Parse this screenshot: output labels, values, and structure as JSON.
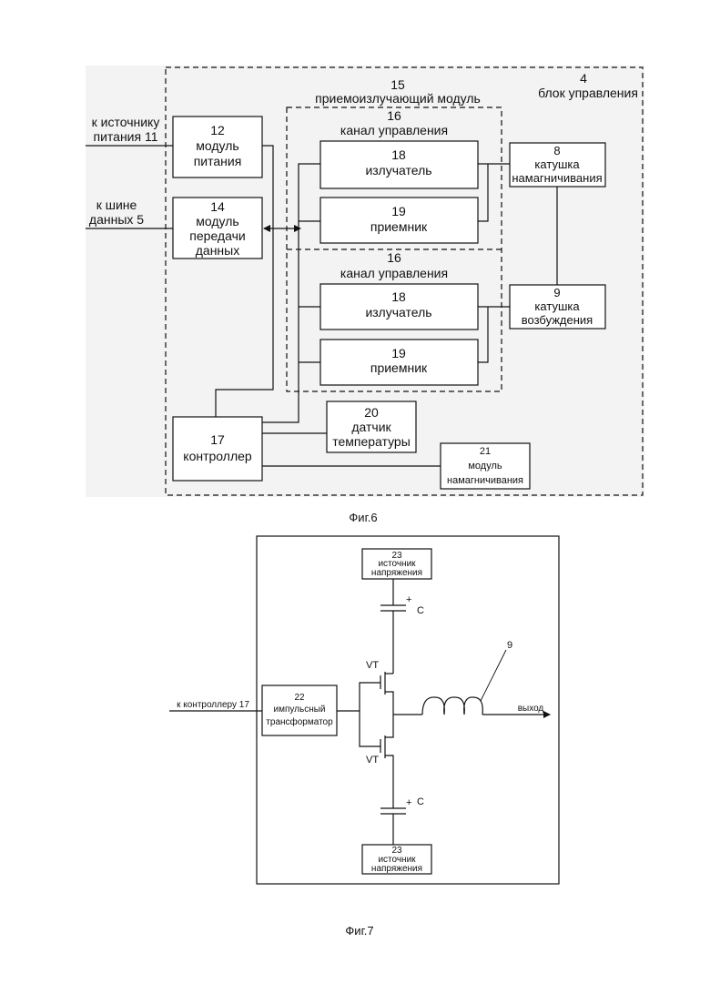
{
  "fig6": {
    "caption": "Фиг.6",
    "control_unit": {
      "num": "4",
      "label": "блок управления"
    },
    "tx_module": {
      "num": "15",
      "label": "приемоизлучающий модуль"
    },
    "power_input": {
      "line1": "к источнику",
      "line2": "питания 11"
    },
    "data_input": {
      "line1": "к шине",
      "line2": "данных 5"
    },
    "power_module": {
      "num": "12",
      "line1": "модуль",
      "line2": "питания"
    },
    "data_module": {
      "num": "14",
      "line1": "модуль",
      "line2": "передачи",
      "line3": "данных"
    },
    "channels": [
      {
        "num": "16",
        "label": "канал управления",
        "emitter": {
          "num": "18",
          "label": "излучатель"
        },
        "receiver": {
          "num": "19",
          "label": "приемник"
        }
      },
      {
        "num": "16",
        "label": "канал управления",
        "emitter": {
          "num": "18",
          "label": "излучатель"
        },
        "receiver": {
          "num": "19",
          "label": "приемник"
        }
      }
    ],
    "magnetizing_coil": {
      "num": "8",
      "line1": "катушка",
      "line2": "намагничивания"
    },
    "excitation_coil": {
      "num": "9",
      "line1": "катушка",
      "line2": "возбуждения"
    },
    "controller": {
      "num": "17",
      "label": "контроллер"
    },
    "temp_sensor": {
      "num": "20",
      "line1": "датчик",
      "line2": "температуры"
    },
    "magnetizing_module": {
      "num": "21",
      "line1": "модуль",
      "line2": "намагничивания"
    }
  },
  "fig7": {
    "caption": "Фиг.7",
    "source_top": {
      "num": "23",
      "line1": "источник",
      "line2": "напряжения"
    },
    "source_bottom": {
      "num": "23",
      "line1": "источник",
      "line2": "напряжения"
    },
    "cap_top": {
      "plus": "+",
      "label": "C"
    },
    "cap_bottom": {
      "plus": "+",
      "label": "C"
    },
    "transistor_top": "VT",
    "transistor_bottom": "VT",
    "coil_num": "9",
    "input_label": "к контроллеру 17",
    "output_label": "выход",
    "pulse_transformer": {
      "num": "22",
      "line1": "импульсный",
      "line2": "трансформатор"
    }
  }
}
